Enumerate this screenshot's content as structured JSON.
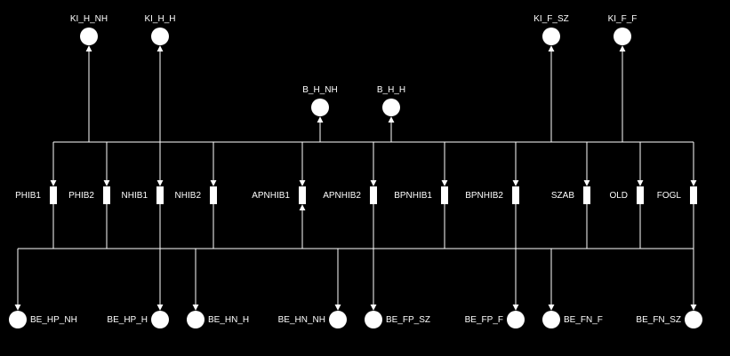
{
  "colors": {
    "background": "#000000",
    "foreground": "#ffffff"
  },
  "top_nodes": [
    {
      "id": "ki_h_nh",
      "label": "KI_H_NH"
    },
    {
      "id": "ki_h_h",
      "label": "KI_H_H"
    },
    {
      "id": "ki_f_sz",
      "label": "KI_F_SZ"
    },
    {
      "id": "ki_f_f",
      "label": "KI_F_F"
    }
  ],
  "mid_nodes": [
    {
      "id": "b_h_nh",
      "label": "B_H_NH"
    },
    {
      "id": "b_h_h",
      "label": "B_H_H"
    }
  ],
  "transitions": [
    {
      "id": "phib1",
      "label": "PHIB1"
    },
    {
      "id": "phib2",
      "label": "PHIB2"
    },
    {
      "id": "nhib1",
      "label": "NHIB1"
    },
    {
      "id": "nhib2",
      "label": "NHIB2"
    },
    {
      "id": "apnhib1",
      "label": "APNHIB1"
    },
    {
      "id": "apnhib2",
      "label": "APNHIB2"
    },
    {
      "id": "bpnhib1",
      "label": "BPNHIB1"
    },
    {
      "id": "bpnhib2",
      "label": "BPNHIB2"
    },
    {
      "id": "szab",
      "label": "SZAB"
    },
    {
      "id": "old",
      "label": "OLD"
    },
    {
      "id": "fogl",
      "label": "FOGL"
    }
  ],
  "bottom_nodes": [
    {
      "id": "be_hp_nh",
      "label": "BE_HP_NH"
    },
    {
      "id": "be_hp_h",
      "label": "BE_HP_H"
    },
    {
      "id": "be_hn_h",
      "label": "BE_HN_H"
    },
    {
      "id": "be_hn_nh",
      "label": "BE_HN_NH"
    },
    {
      "id": "be_fp_sz",
      "label": "BE_FP_SZ"
    },
    {
      "id": "be_fp_f",
      "label": "BE_FP_F"
    },
    {
      "id": "be_fn_f",
      "label": "BE_FN_F"
    },
    {
      "id": "be_fn_sz",
      "label": "BE_FN_SZ"
    }
  ]
}
